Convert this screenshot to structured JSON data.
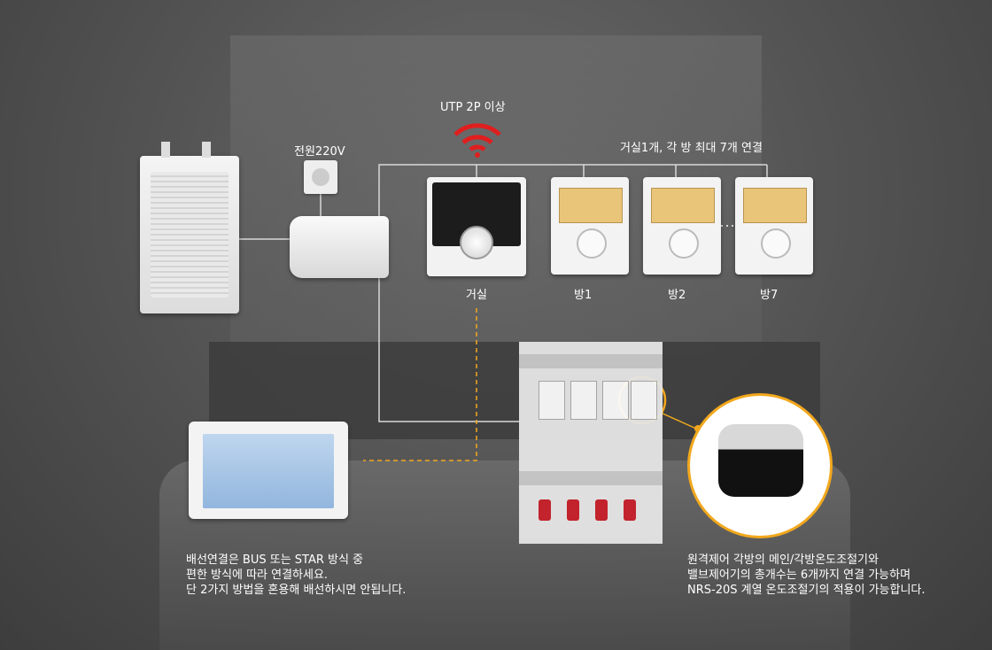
{
  "labels": {
    "utp": "UTP 2P 이상",
    "power": "전원220V",
    "connect": "거실1개, 각 방 최대 7개 연결",
    "living": "거실",
    "room1": "방1",
    "room2": "방2",
    "room7": "방7"
  },
  "notes": {
    "wiring": [
      "배선연결은 BUS 또는 STAR 방식 중",
      "편한 방식에 따라 연결하세요.",
      "단 2가지 방법을 혼용해 배선하시면 안됩니다."
    ],
    "remote": [
      "원격제어 각방의 메인/각방온도조절기와",
      "밸브제어기의 총개수는 6개까지 연결 가능하며",
      "NRS-20S 계열 온도조절기의 적용이 가능합니다."
    ]
  },
  "colors": {
    "accent": "#f2a81d",
    "wifi": "#e01e1e",
    "wire": "#d8d8d8"
  },
  "icons": [
    "wifi-icon",
    "power-outlet-icon"
  ]
}
